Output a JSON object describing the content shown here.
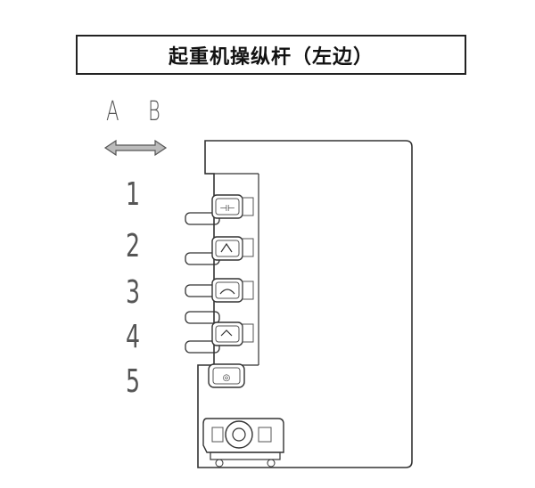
{
  "title": "起重机操纵杆（左边）",
  "direction_labels": {
    "a": "A",
    "b": "B"
  },
  "lever_numbers": [
    "1",
    "2",
    "3",
    "4",
    "5"
  ]
}
